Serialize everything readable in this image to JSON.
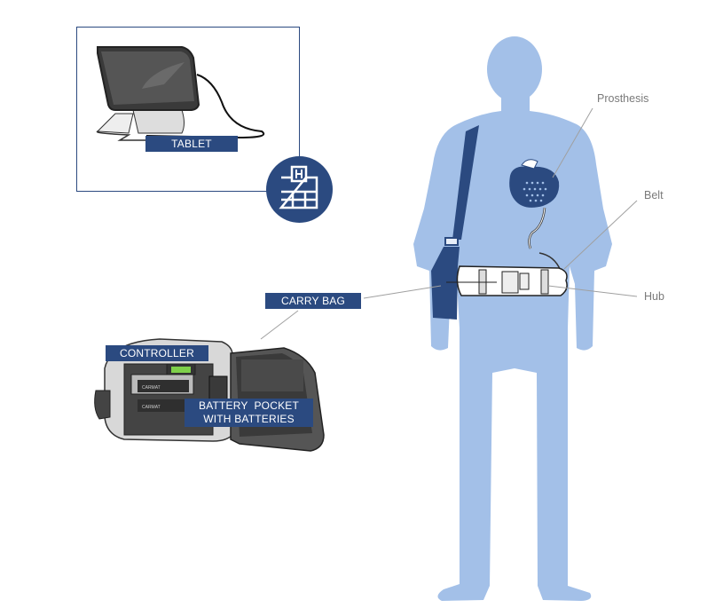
{
  "labels": {
    "tablet": "TABLET",
    "carry_bag": "CARRY BAG",
    "controller": "CONTROLLER",
    "battery_pocket_line1": "BATTERY  POCKET",
    "battery_pocket_line2": "WITH BATTERIES"
  },
  "callouts": {
    "prosthesis": "Prosthesis",
    "belt": "Belt",
    "hub": "Hub"
  },
  "battery_brand": "CARMAT",
  "icons": {
    "hospital": "hospital-icon"
  },
  "colors": {
    "navy": "#2b4a80",
    "body": "#a3c0e8",
    "callout_line": "#a0a0a0"
  }
}
